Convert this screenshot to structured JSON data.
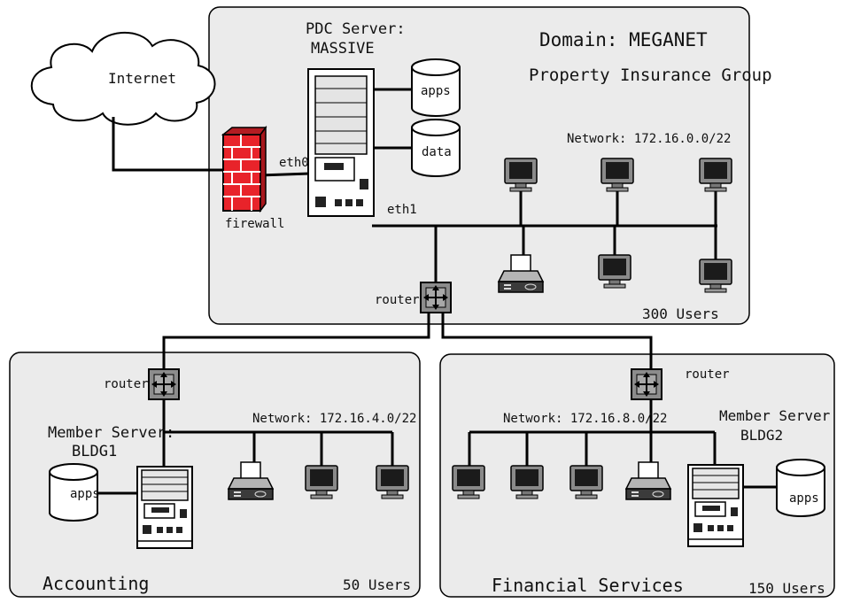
{
  "domain": {
    "title": "Domain: MEGANET",
    "subtitle": "Property Insurance Group"
  },
  "internet": {
    "label": "Internet"
  },
  "firewall": {
    "label": "firewall"
  },
  "pdc": {
    "label_line1": "PDC Server:",
    "label_line2": "MASSIVE",
    "eth0": "eth0",
    "eth1": "eth1",
    "disks": [
      "apps",
      "data"
    ]
  },
  "main_network": {
    "label": "Network: 172.16.0.0/22",
    "users": "300 Users",
    "router_label": "router"
  },
  "accounting": {
    "router_label": "router",
    "network_label": "Network: 172.16.4.0/22",
    "server_line1": "Member Server:",
    "server_line2": "BLDG1",
    "disk": "apps",
    "name": "Accounting",
    "users": "50 Users"
  },
  "financial": {
    "router_label": "router",
    "network_label": "Network: 172.16.8.0/22",
    "server_line1": "Member Server",
    "server_line2": "BLDG2",
    "disk": "apps",
    "name": "Financial Services",
    "users": "150 Users"
  },
  "colors": {
    "panel": "#ebebeb",
    "firewall": "#e8232a",
    "router": "#8c8c8c",
    "monitor": "#7a7a7a"
  }
}
